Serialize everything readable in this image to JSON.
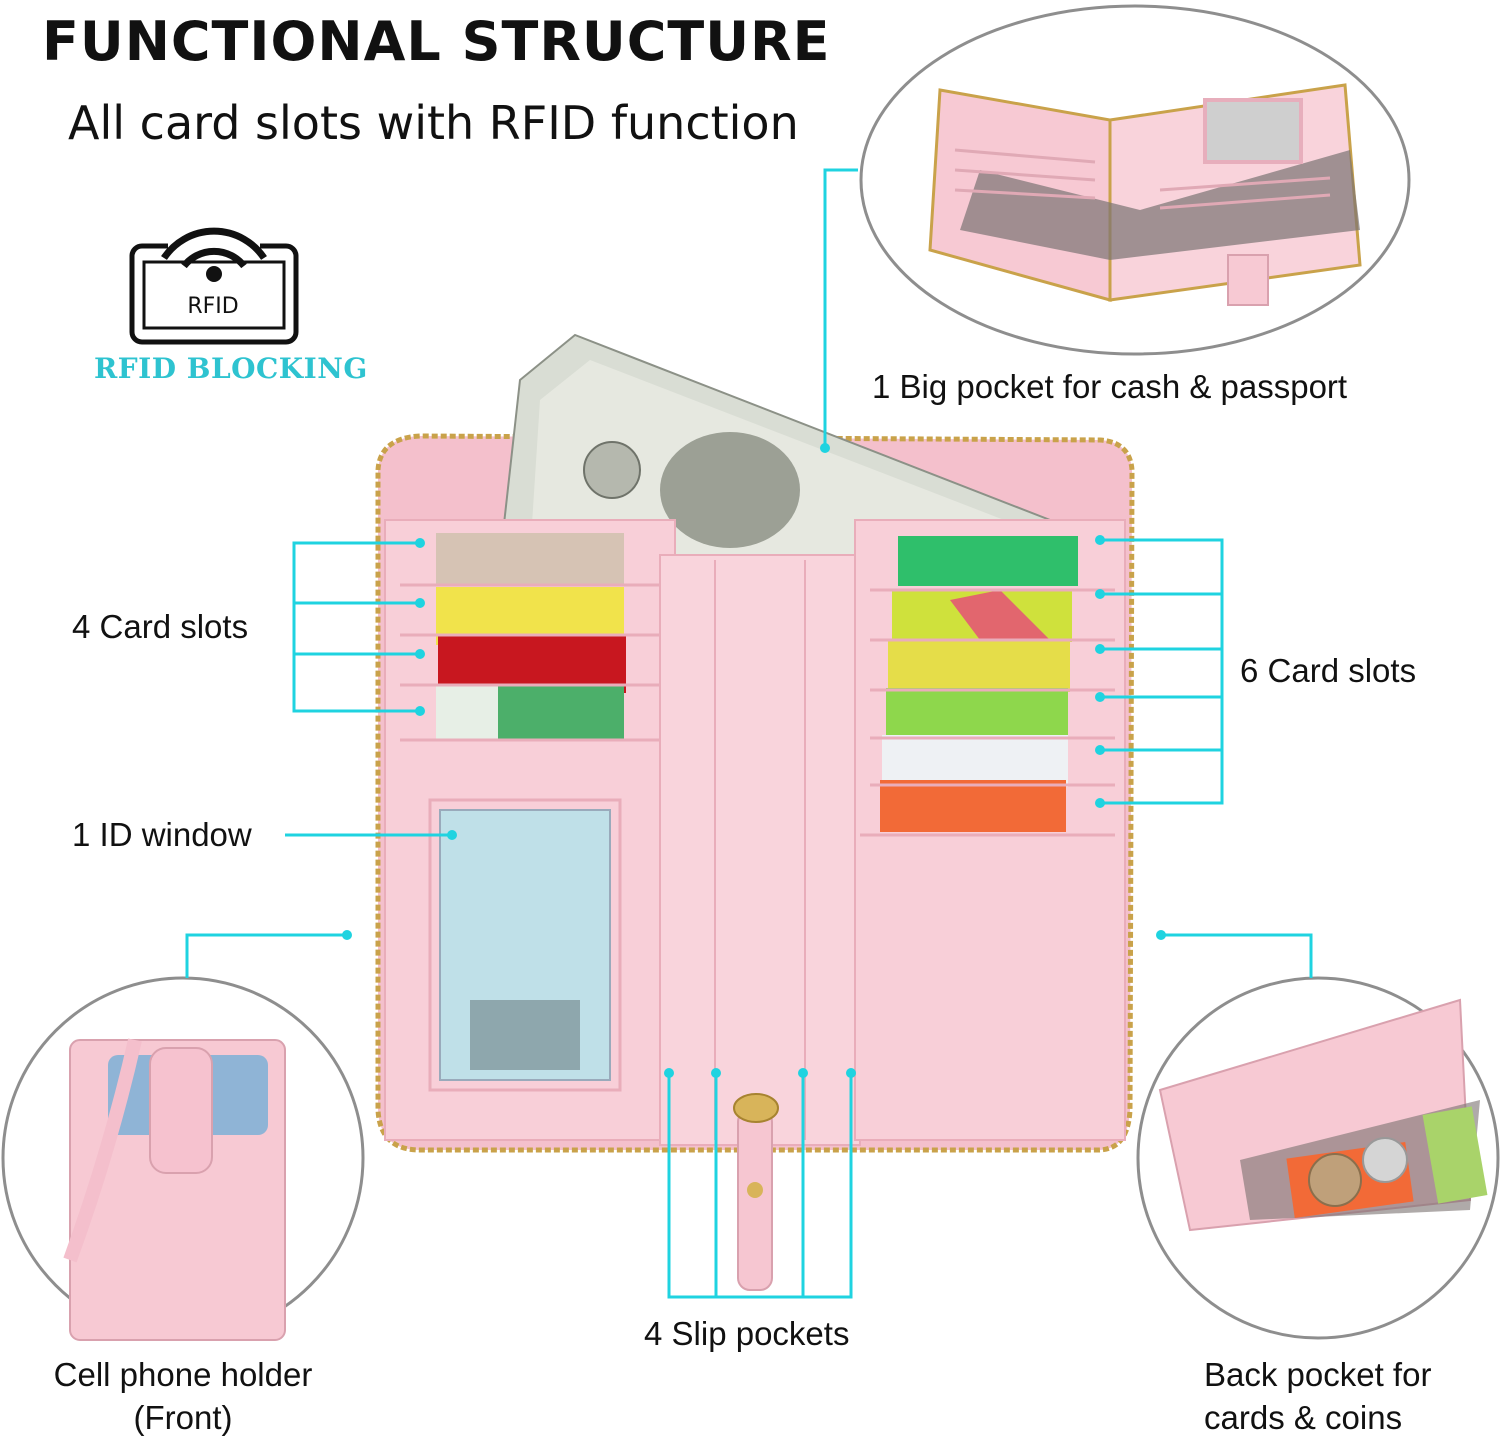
{
  "header": {
    "title": "FUNCTIONAL STRUCTURE",
    "subtitle": "All card slots with RFID function"
  },
  "rfid_badge": {
    "icon": "rfid-wifi-card-icon",
    "text": "RFID",
    "caption": "RFID BLOCKING",
    "caption_color": "#2ec3d0"
  },
  "callouts": {
    "big_pocket": "1 Big pocket for cash & passport",
    "left_card_slots": "4 Card slots",
    "right_card_slots": "6 Card slots",
    "id_window": "1 ID window",
    "slip_pockets": "4 Slip pockets",
    "phone_holder_line1": "Cell phone holder",
    "phone_holder_line2": "(Front)",
    "back_pocket_line1": "Back pocket for",
    "back_pocket_line2": "cards & coins"
  },
  "colors": {
    "accent_line": "#1fd3e0",
    "wallet_pink": "#f7c9d3",
    "zipper_gold": "#c9a24a",
    "circle_border": "#8e8e8e"
  }
}
